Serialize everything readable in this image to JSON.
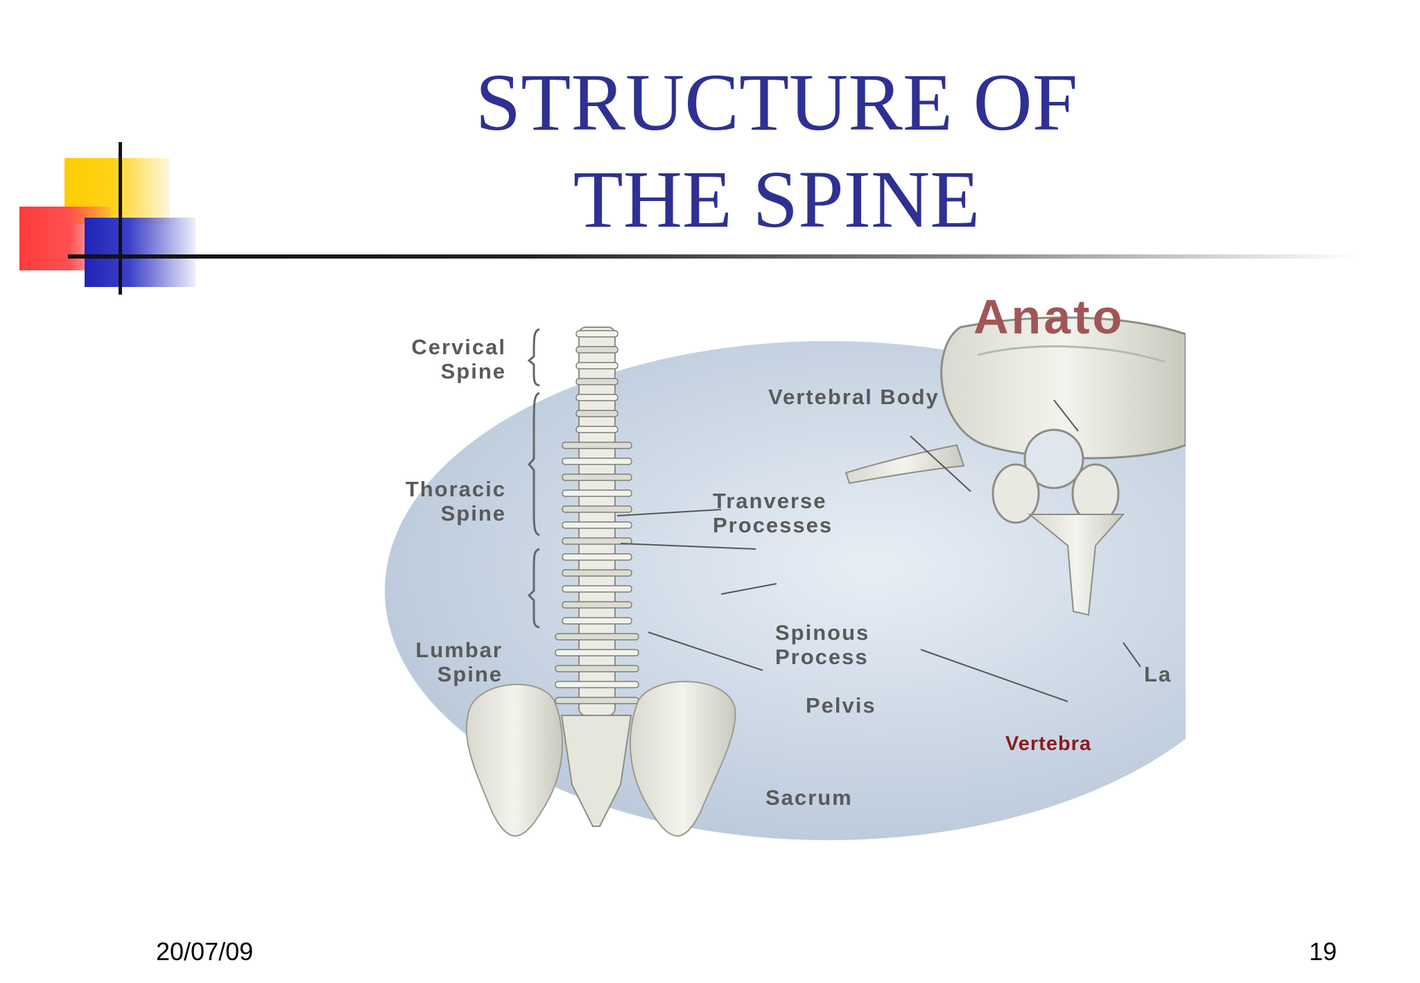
{
  "slide": {
    "title": "STRUCTURE OF\nTHE SPINE",
    "date": "20/07/09",
    "page_number": "19"
  },
  "figure": {
    "corner_title": "Anato",
    "labels": {
      "cervical": "Cervical\nSpine",
      "thoracic": "Thoracic\nSpine",
      "lumbar": "Lumbar\nSpine",
      "vertebral_body": "Vertebral Body",
      "transverse": "Tranverse\nProcesses",
      "spinous": "Spinous\nProcess",
      "pelvis": "Pelvis",
      "sacrum": "Sacrum",
      "lamina": "La",
      "vertebra": "Vertebra"
    }
  }
}
